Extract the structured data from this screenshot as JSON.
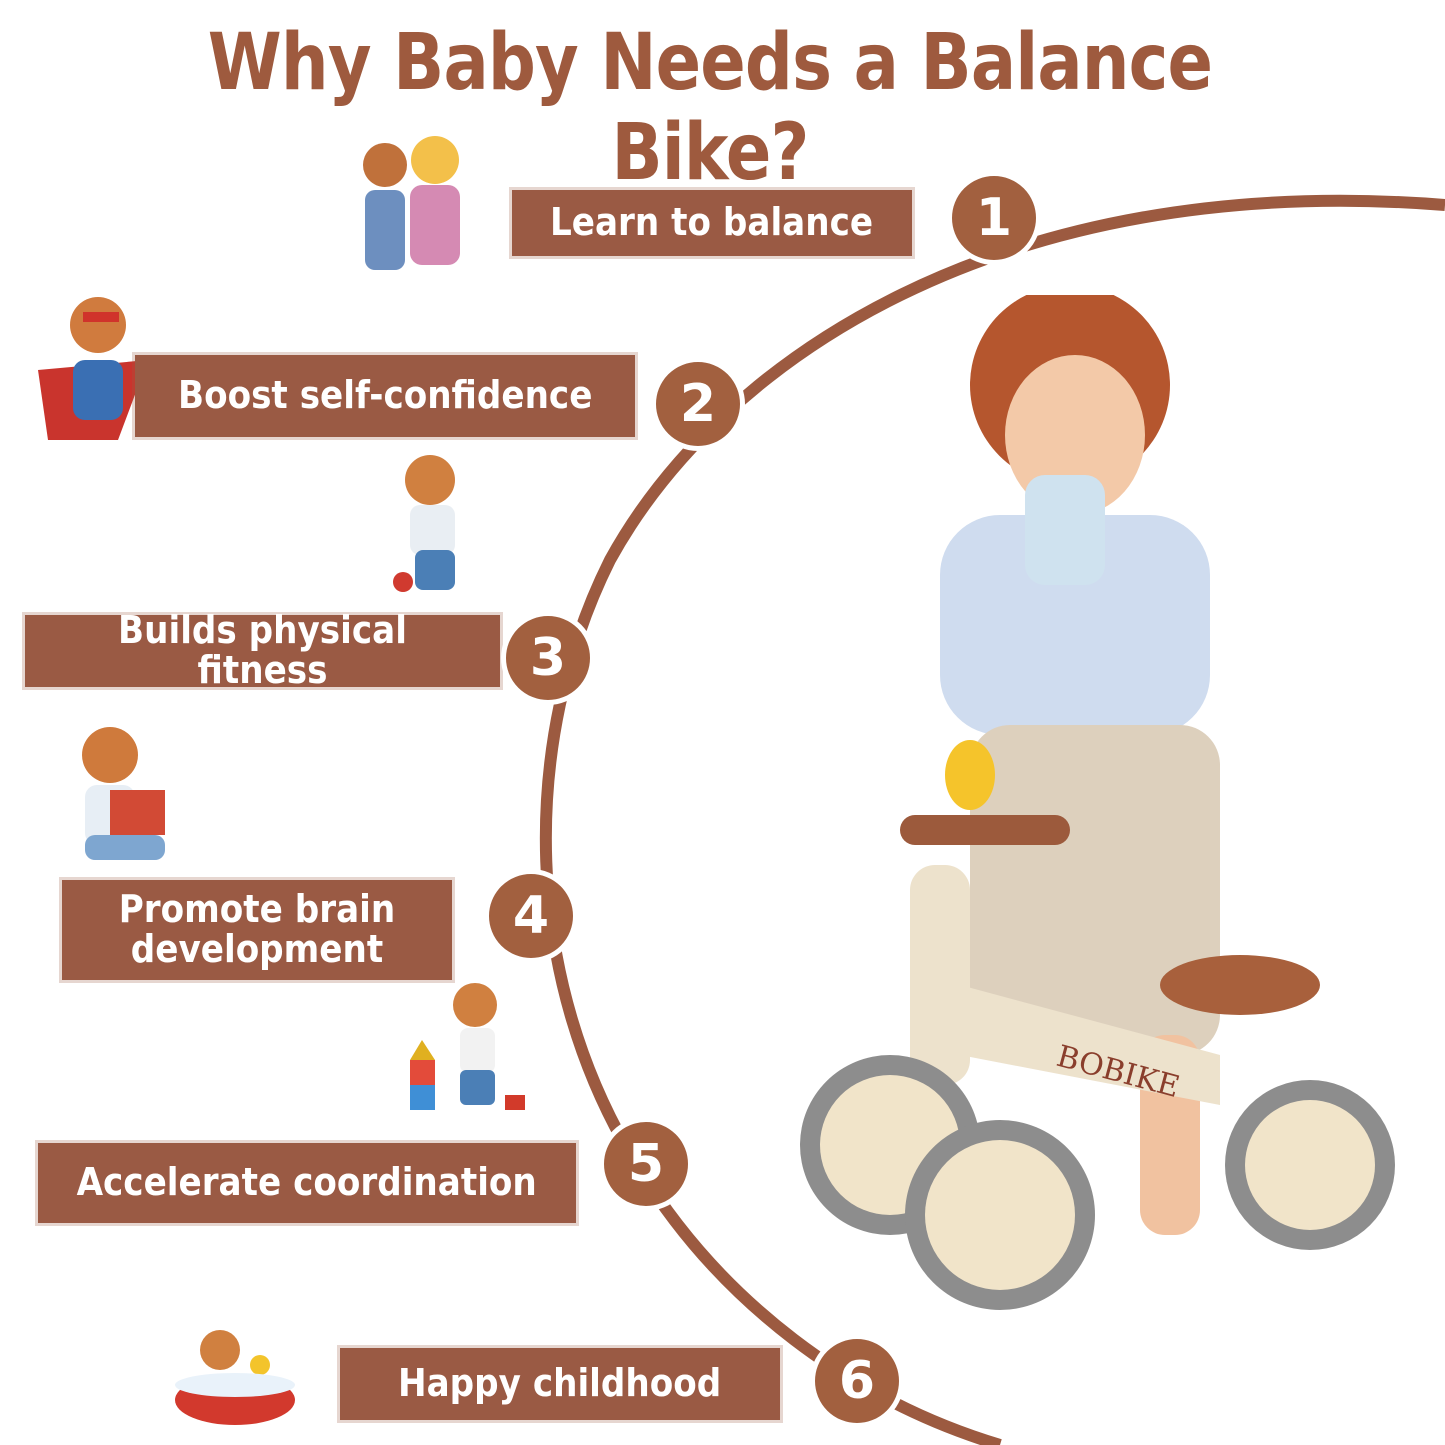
{
  "title": "Why Baby Needs a Balance Bike?",
  "colors": {
    "brand": "#9e5a3e",
    "label_bg": "#9a5a44",
    "text_on_label": "#ffffff",
    "background": "#ffffff"
  },
  "benefits": [
    {
      "number": "1",
      "label": "Learn to balance",
      "illustration": "parent-hugging-child"
    },
    {
      "number": "2",
      "label": "Boost self-confidence",
      "illustration": "superhero-child"
    },
    {
      "number": "3",
      "label": "Builds physical fitness",
      "illustration": "child-playing-ball"
    },
    {
      "number": "4",
      "label": "Promote brain development",
      "illustration": "child-reading-book"
    },
    {
      "number": "5",
      "label": "Accelerate coordination",
      "illustration": "child-stacking-blocks"
    },
    {
      "number": "6",
      "label": "Happy childhood",
      "illustration": "child-in-bathtub"
    }
  ],
  "product": {
    "brand_text": "BOBIKE",
    "description": "toddler on beige four-wheel balance bike with duck"
  }
}
